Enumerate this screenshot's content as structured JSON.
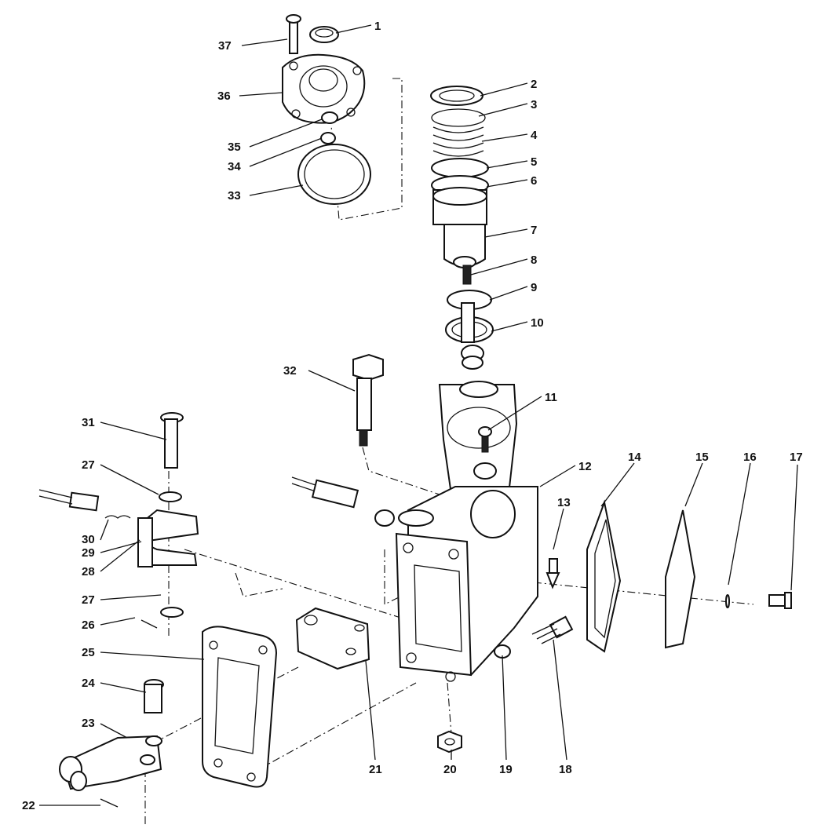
{
  "diagram": {
    "callouts": [
      "1",
      "2",
      "3",
      "4",
      "5",
      "6",
      "7",
      "8",
      "9",
      "10",
      "11",
      "12",
      "13",
      "14",
      "15",
      "16",
      "17",
      "18",
      "19",
      "20",
      "21",
      "22",
      "23",
      "24",
      "25",
      "26",
      "27",
      "27",
      "28",
      "29",
      "30",
      "31",
      "32",
      "33",
      "34",
      "35",
      "36",
      "37"
    ]
  }
}
